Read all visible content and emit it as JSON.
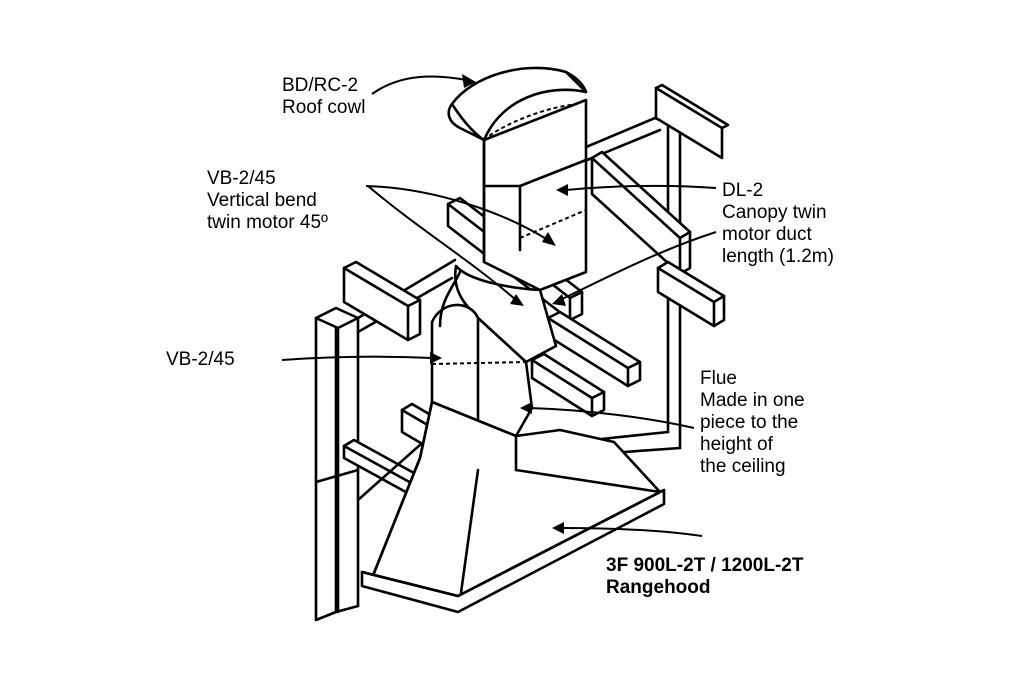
{
  "labels": {
    "roof_cowl": {
      "code": "BD/RC-2",
      "name": "Roof cowl"
    },
    "vertical_bend": {
      "code": "VB-2/45",
      "line1": "Vertical bend",
      "line2": "twin motor 45º"
    },
    "duct_length": {
      "code": "DL-2",
      "line1": "Canopy twin",
      "line2": "motor duct",
      "line3": "length (1.2m)"
    },
    "vb_lower": {
      "code": "VB-2/45"
    },
    "flue": {
      "line1": "Flue",
      "line2": "Made in one",
      "line3": "piece to the",
      "line4": "height of",
      "line5": "the ceiling"
    },
    "rangehood": {
      "model": "3F 900L-2T / 1200L-2T",
      "name": "Rangehood"
    }
  },
  "colors": {
    "ink": "#000000",
    "background": "#ffffff"
  }
}
